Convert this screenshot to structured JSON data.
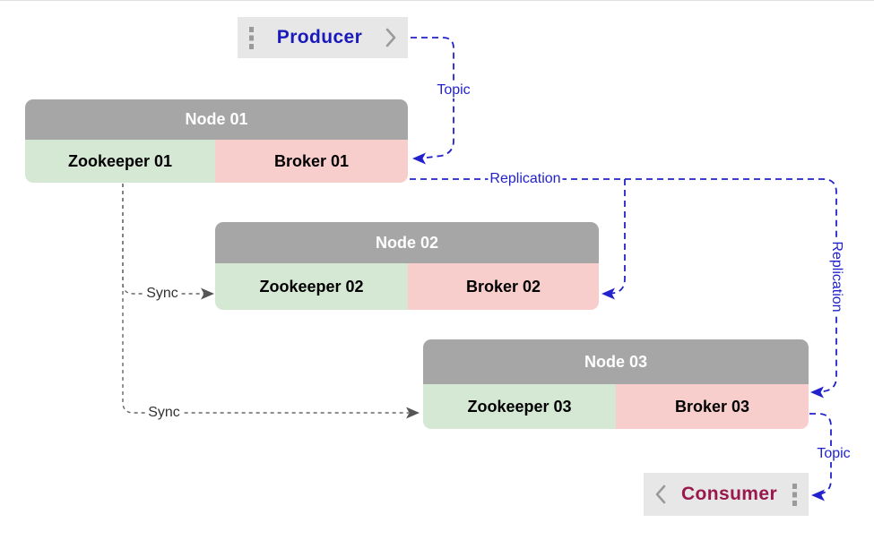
{
  "diagram": {
    "producer": {
      "label": "Producer"
    },
    "consumer": {
      "label": "Consumer"
    },
    "nodes": [
      {
        "title": "Node 01",
        "zookeeper": "Zookeeper 01",
        "broker": "Broker 01"
      },
      {
        "title": "Node 02",
        "zookeeper": "Zookeeper 02",
        "broker": "Broker 02"
      },
      {
        "title": "Node 03",
        "zookeeper": "Zookeeper 03",
        "broker": "Broker 03"
      }
    ],
    "edge_labels": {
      "producer_topic": "Topic",
      "replication_horizontal": "Replication",
      "replication_vertical": "Replication",
      "consumer_topic": "Topic",
      "sync_to_node2": "Sync",
      "sync_to_node3": "Sync"
    },
    "colors": {
      "node_header_gray": "#a6a6a6",
      "zookeeper_green": "#d5e8d4",
      "broker_pink": "#f8cecc",
      "endpoint_gray": "#e7e7e7",
      "topic_replication_blue": "#2222cc",
      "sync_line_gray": "#666666",
      "producer_text_blue": "#1a1abb",
      "consumer_text_maroon": "#99194d"
    }
  }
}
